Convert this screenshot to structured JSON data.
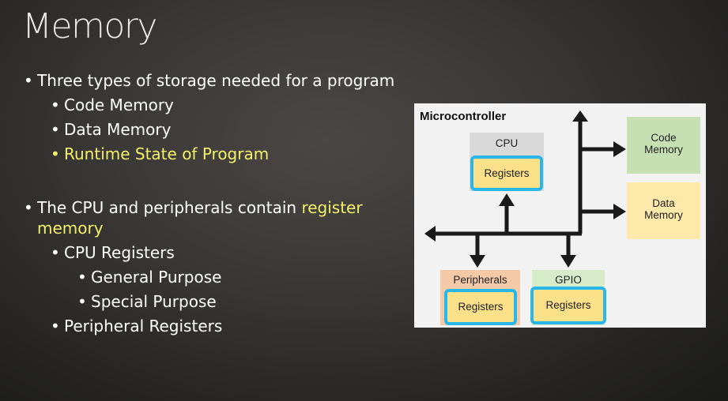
{
  "slide": {
    "title": "Memory",
    "bullets": [
      {
        "text": "Three types of storage needed for a program"
      },
      {
        "text": "Code Memory"
      },
      {
        "text": "Data Memory"
      },
      {
        "text": "Runtime State of Program"
      },
      {
        "text_part1": "The CPU and peripherals contain ",
        "text_highlight": "register",
        "text_line2": "memory"
      },
      {
        "text": "CPU Registers"
      },
      {
        "text": "General Purpose"
      },
      {
        "text": "Special Purpose"
      },
      {
        "text": "Peripheral Registers"
      }
    ],
    "bullet_glyph": "•",
    "highlight_color": "#f4f06a"
  },
  "diagram": {
    "title": "Microcontroller",
    "cpu_label": "CPU",
    "cpu_registers": "Registers",
    "code_memory_line1": "Code",
    "code_memory_line2": "Memory",
    "data_memory_line1": "Data",
    "data_memory_line2": "Memory",
    "peripherals_label": "Peripherals",
    "peripherals_registers": "Registers",
    "gpio_label": "GPIO",
    "gpio_registers": "Registers",
    "colors": {
      "background": "#f2f2f2",
      "cpu_box": "#d9d9d9",
      "registers_fill": "#fbe08a",
      "registers_border": "#29b6e8",
      "code_memory": "#c6e0b4",
      "data_memory": "#fde9a9",
      "peripherals": "#f4c9a8",
      "gpio": "#d6ecc9",
      "bus": "#1a1a1a"
    }
  }
}
